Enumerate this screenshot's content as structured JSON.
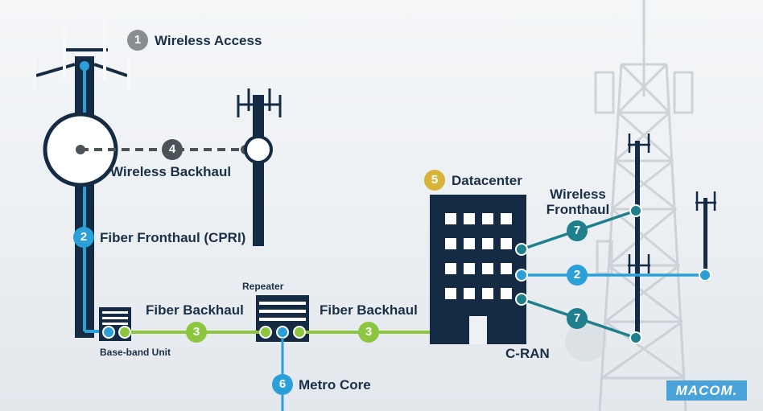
{
  "labels": {
    "wireless_access": "Wireless Access",
    "wireless_backhaul": "Wireless Backhaul",
    "fiber_fronthaul_cpri": "Fiber Fronthaul (CPRI)",
    "datacenter": "Datacenter",
    "wireless_fronthaul_line1": "Wireless",
    "wireless_fronthaul_line2": "Fronthaul",
    "repeater": "Repeater",
    "fiber_backhaul_left": "Fiber Backhaul",
    "fiber_backhaul_right": "Fiber Backhaul",
    "baseband_unit": "Base-band Unit",
    "metro_core": "Metro Core",
    "c_ran": "C-RAN"
  },
  "badges": {
    "wireless_access": "1",
    "fiber_fronthaul": "2",
    "fiber_backhaul_left": "3",
    "fiber_backhaul_right": "3",
    "wireless_backhaul": "4",
    "datacenter": "5",
    "metro_core": "6",
    "wireless_fronthaul_upper": "7",
    "wireless_fronthaul_lower": "7",
    "fronthaul_right": "2"
  },
  "logo_text": "MACOM.",
  "colors": {
    "navy": "#152b44",
    "fronthaul_blue": "#2b9fd8",
    "backhaul_green": "#8cc63f",
    "fronthaul_teal": "#1f7f8c",
    "wireless_gray": "#4a5357",
    "access_gray": "#8a8d90",
    "datacenter_gold": "#d9b43a",
    "logo_blue": "#4aa3d8"
  }
}
